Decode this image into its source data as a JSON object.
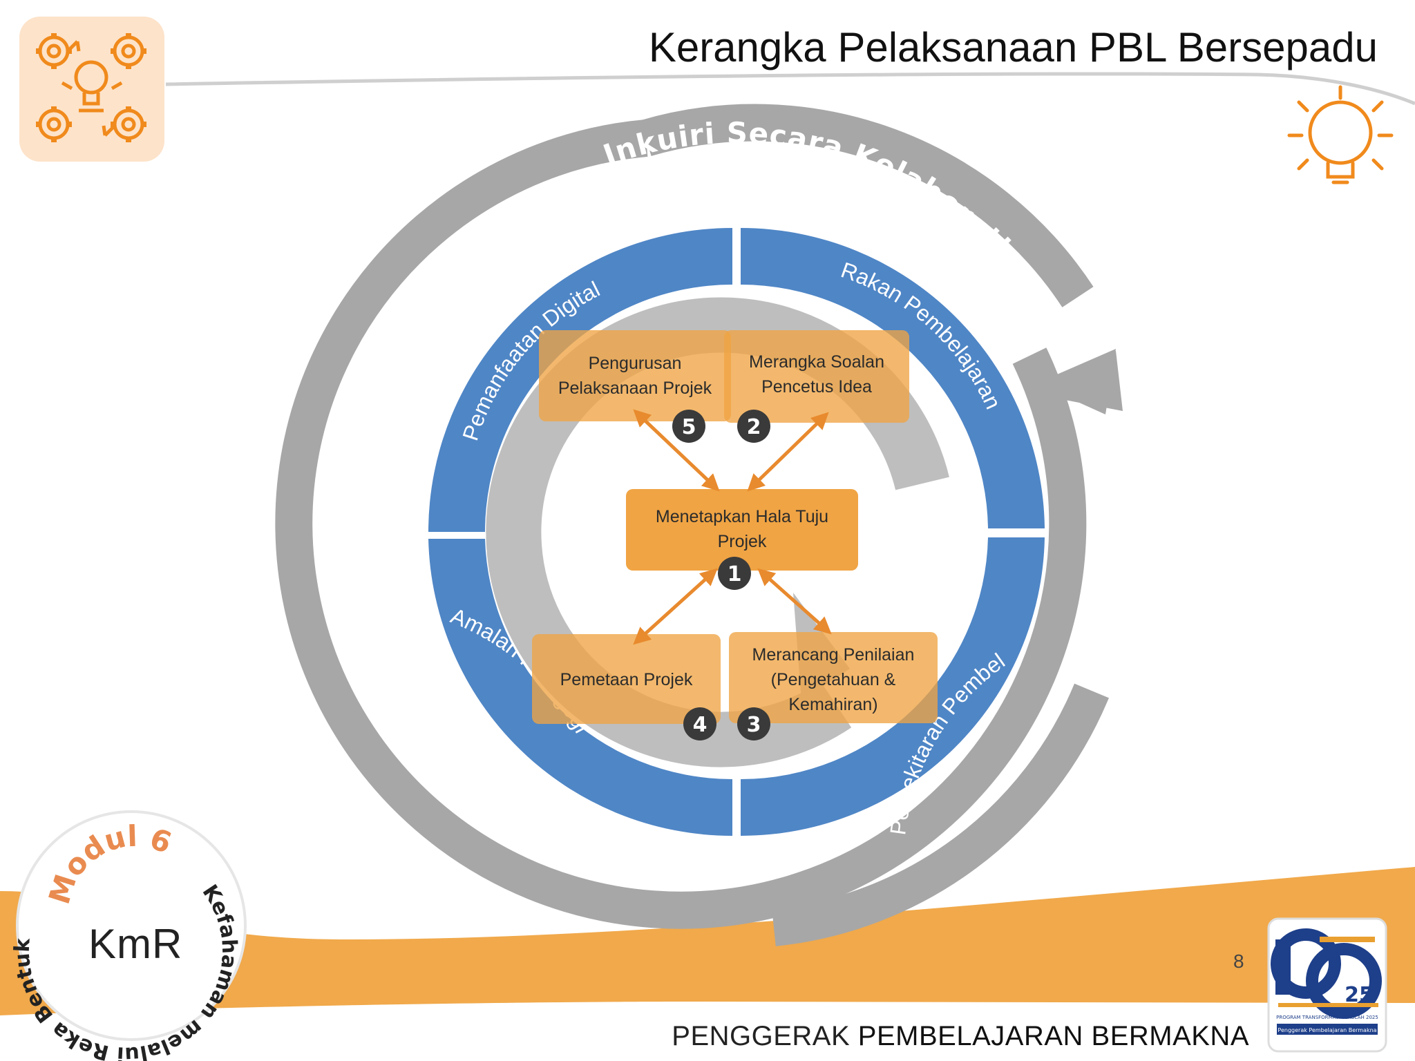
{
  "title": "Kerangka Pelaksanaan PBL Bersepadu",
  "outer_ring_label": "Inkuiri Secara Kolaboratif",
  "ring_segments": {
    "top_left": "Pemanfaatan Digital",
    "top_right": "Rakan Pembelajaran",
    "bottom_right": "Persekitaran Pembelajaran",
    "bottom_left": "Amalan Pedagogi"
  },
  "center": {
    "line1": "Menetapkan Hala Tuju",
    "line2": "Projek",
    "number": "1"
  },
  "steps": [
    {
      "id": "2",
      "line1": "Merangka Soalan",
      "line2": "Pencetus Idea",
      "line3": ""
    },
    {
      "id": "3",
      "line1": "Merancang Penilaian",
      "line2": "(Pengetahuan &",
      "line3": "Kemahiran)"
    },
    {
      "id": "4",
      "line1": "Pemetaan Projek",
      "line2": "",
      "line3": ""
    },
    {
      "id": "5",
      "line1": "Pengurusan",
      "line2": "Pelaksanaan Projek",
      "line3": ""
    }
  ],
  "badge": {
    "abbr": "KmR",
    "top_text": "Modul 6",
    "ring_text": "Kefahaman melalui Reka Bentuk"
  },
  "page_number": "8",
  "footer": {
    "light": "PENGGERAK",
    "bold": "PEMBELAJARAN BERMAKNA"
  },
  "logo": {
    "number": "25",
    "line1": "PROGRAM TRANSFORMASI SEKOLAH 2025",
    "line2": "Penggerak Pembelajaran Bermakna"
  },
  "colors": {
    "orange": "#F0A444",
    "blue": "#4F86C6",
    "grey": "#A7A7A7",
    "icon_orange": "#F08A1C"
  },
  "icons": {
    "top_left": "gears-lightbulb-icon",
    "top_right": "lightbulb-icon"
  }
}
